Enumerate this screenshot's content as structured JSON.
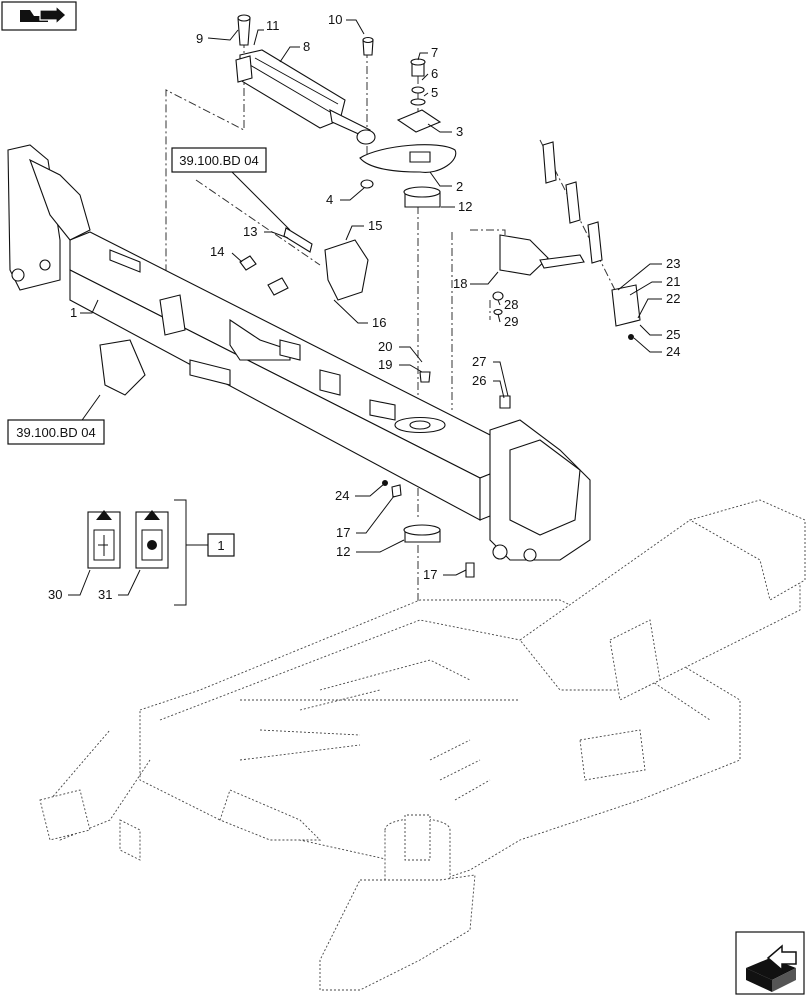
{
  "header": {
    "icon": "tractor-nav-icon"
  },
  "footer": {
    "icon": "next-page-arrow-icon"
  },
  "references": [
    {
      "id": "ref-top",
      "label": "39.100.BD 04"
    },
    {
      "id": "ref-left",
      "label": "39.100.BD 04"
    }
  ],
  "kit_label": "1",
  "callouts": [
    {
      "key": "c9",
      "text": "9"
    },
    {
      "key": "c11",
      "text": "11"
    },
    {
      "key": "c8",
      "text": "8"
    },
    {
      "key": "c10",
      "text": "10"
    },
    {
      "key": "c7",
      "text": "7"
    },
    {
      "key": "c6",
      "text": "6"
    },
    {
      "key": "c5",
      "text": "5"
    },
    {
      "key": "c3",
      "text": "3"
    },
    {
      "key": "c2",
      "text": "2"
    },
    {
      "key": "c4",
      "text": "4"
    },
    {
      "key": "c12a",
      "text": "12"
    },
    {
      "key": "c13",
      "text": "13"
    },
    {
      "key": "c15",
      "text": "15"
    },
    {
      "key": "c14",
      "text": "14"
    },
    {
      "key": "c16",
      "text": "16"
    },
    {
      "key": "c1",
      "text": "1"
    },
    {
      "key": "c18",
      "text": "18"
    },
    {
      "key": "c28",
      "text": "28"
    },
    {
      "key": "c29",
      "text": "29"
    },
    {
      "key": "c23",
      "text": "23"
    },
    {
      "key": "c21",
      "text": "21"
    },
    {
      "key": "c22",
      "text": "22"
    },
    {
      "key": "c25",
      "text": "25"
    },
    {
      "key": "c24a",
      "text": "24"
    },
    {
      "key": "c20",
      "text": "20"
    },
    {
      "key": "c19",
      "text": "19"
    },
    {
      "key": "c27",
      "text": "27"
    },
    {
      "key": "c26",
      "text": "26"
    },
    {
      "key": "c24b",
      "text": "24"
    },
    {
      "key": "c17a",
      "text": "17"
    },
    {
      "key": "c12b",
      "text": "12"
    },
    {
      "key": "c17b",
      "text": "17"
    },
    {
      "key": "c30",
      "text": "30"
    },
    {
      "key": "c31",
      "text": "31"
    }
  ]
}
